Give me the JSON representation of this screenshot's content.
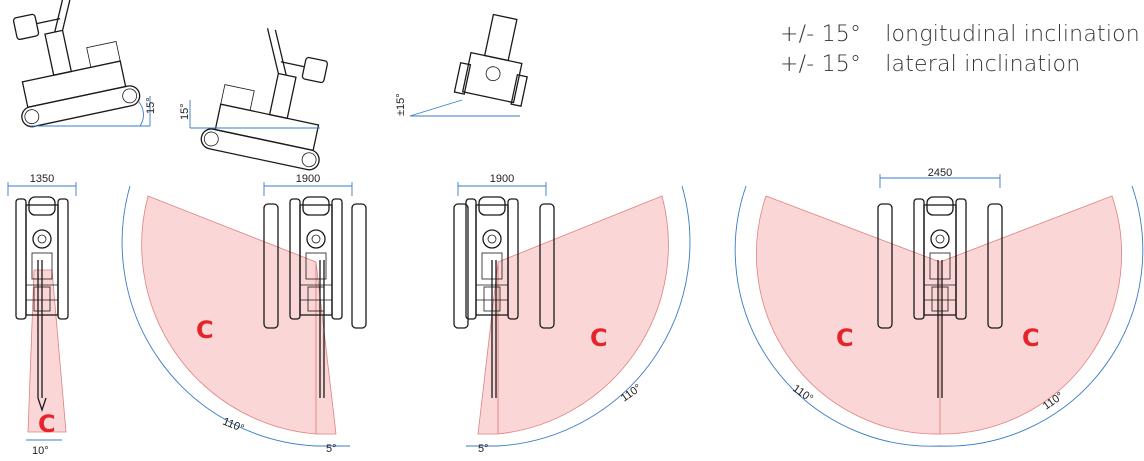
{
  "specs": {
    "line1": {
      "angle": "+/- 15°",
      "label": "longitudinal inclination"
    },
    "line2": {
      "angle": "+/- 15°",
      "label": "lateral inclination"
    }
  },
  "inclination_views": {
    "side_a_angle": "15°",
    "side_b_angle": "15°",
    "front_angle": "±15°"
  },
  "layouts": [
    {
      "width": "1350",
      "zone_marks": [
        "C"
      ],
      "angles": [
        "10°"
      ]
    },
    {
      "width": "1900",
      "zone_marks": [
        "C"
      ],
      "angles": [
        "110°",
        "5°"
      ]
    },
    {
      "width": "1900",
      "zone_marks": [
        "C"
      ],
      "angles": [
        "110°",
        "5°"
      ]
    },
    {
      "width": "2450",
      "zone_marks": [
        "C",
        "C"
      ],
      "angles": [
        "110°",
        "110°"
      ]
    }
  ],
  "colors": {
    "zone_fill": "#f9c8c8",
    "zone_mark": "#e5252b",
    "dimension_line": "#3a7bc8"
  }
}
